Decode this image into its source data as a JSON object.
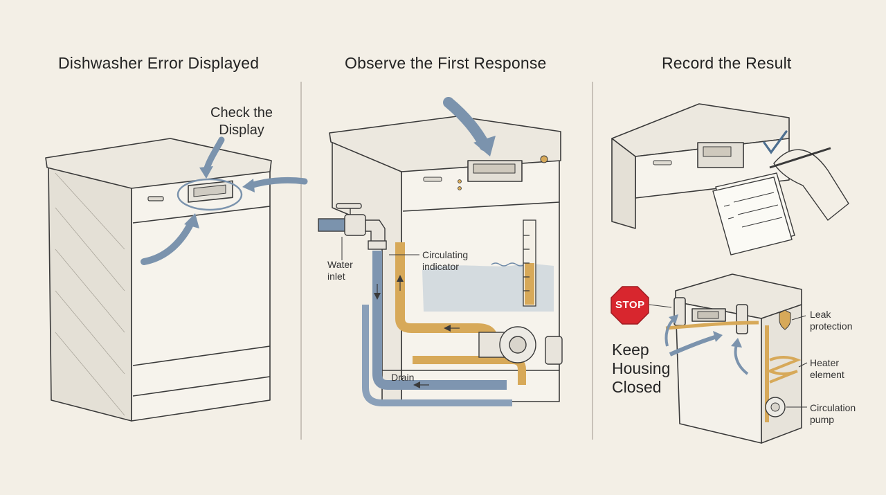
{
  "panels": [
    {
      "title": "Dishwasher Error Displayed"
    },
    {
      "title": "Observe the First Response"
    },
    {
      "title": "Record the Result"
    }
  ],
  "callouts": {
    "check_display": "Check the\nDisplay",
    "water_inlet": "Water\ninlet",
    "circulating_indicator": "Circulating\nindicator",
    "drain": "Drain",
    "stop_sign": "STOP",
    "keep_housing_closed": "Keep\nHousing\nClosed",
    "leak_protection": "Leak\nprotection",
    "heater_element": "Heater\nelement",
    "circulation_pump": "Circulation\npump"
  },
  "colors": {
    "background": "#f3efe6",
    "line": "#3a3a3a",
    "arrow_blue": "#7b93ad",
    "water_blue": "#8ea6c2",
    "hose_orange": "#d7a959",
    "stop_red": "#d8262e",
    "checkmark": "#4d6f90"
  },
  "icons": [
    "arrow-icon",
    "checkmark-icon",
    "notepad-icon",
    "hand-pen-icon",
    "stop-sign-icon",
    "shield-icon",
    "faucet-icon",
    "pump-icon"
  ]
}
